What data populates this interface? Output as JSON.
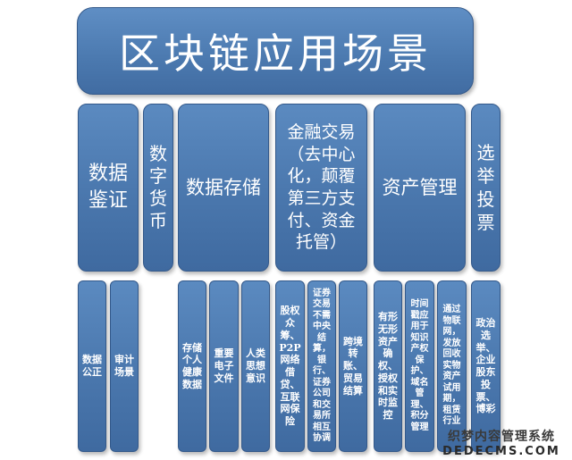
{
  "title": "区块链应用场景",
  "categories": [
    {
      "label": "数据鉴证"
    },
    {
      "label": "数字货币"
    },
    {
      "label": "数据存储"
    },
    {
      "label": "金融交易（去中心化，颠覆第三方支付、资金托管）"
    },
    {
      "label": "资产管理"
    },
    {
      "label": "选举投票"
    }
  ],
  "items": {
    "data_auth": [
      "数据公正",
      "审计场景"
    ],
    "data_storage": [
      "存储个人健康数据",
      "重要电子文件",
      "人类思想意识"
    ],
    "finance": [
      "股权众筹、P2P网络借贷、互联网保险",
      "证券交易不需中央结算，银行、证券公司和交易所相互协调",
      "跨境转账、贸易结算"
    ],
    "asset_mgmt": [
      "有形无形资产确权、授权和实时监控",
      "时间戳应用于知识产权保护、域名管理、积分管理",
      "通过物联网，发放回收实物资产试用期，租赁行业"
    ],
    "voting": [
      "政治选举、企业股东投票、博彩"
    ]
  },
  "watermark": {
    "cn": "织梦内容管理系统",
    "en": "DEDECMS.COM"
  }
}
